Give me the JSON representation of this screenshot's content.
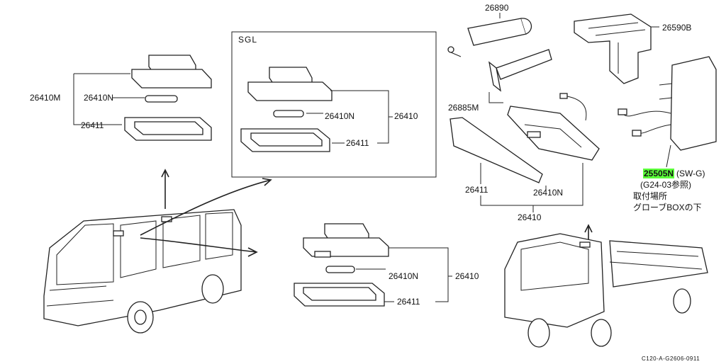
{
  "sgl_box": {
    "title": "SGL"
  },
  "labels": {
    "p26890": "26890",
    "p26590B": "26590B",
    "p26410M": "26410M",
    "p26410N_a": "26410N",
    "p26411_a": "26411",
    "p26410N_b": "26410N",
    "p26410_b": "26410",
    "p26411_b": "26411",
    "p26885M": "26885M",
    "p25505N": "25505N",
    "sw_g": "(SW-G)",
    "ref": "(G24-03参照)",
    "note1": "取付場所",
    "note2": "グローブBOXの下",
    "p26411_c": "26411",
    "p26410N_c": "26410N",
    "p26410_c": "26410",
    "p26410N_d": "26410N",
    "p26410_d": "26410",
    "p26411_d": "26411"
  },
  "footer": {
    "code": "C120-A-G2606-0911"
  },
  "colors": {
    "highlight": "#5bff3a",
    "ink": "#222222"
  }
}
